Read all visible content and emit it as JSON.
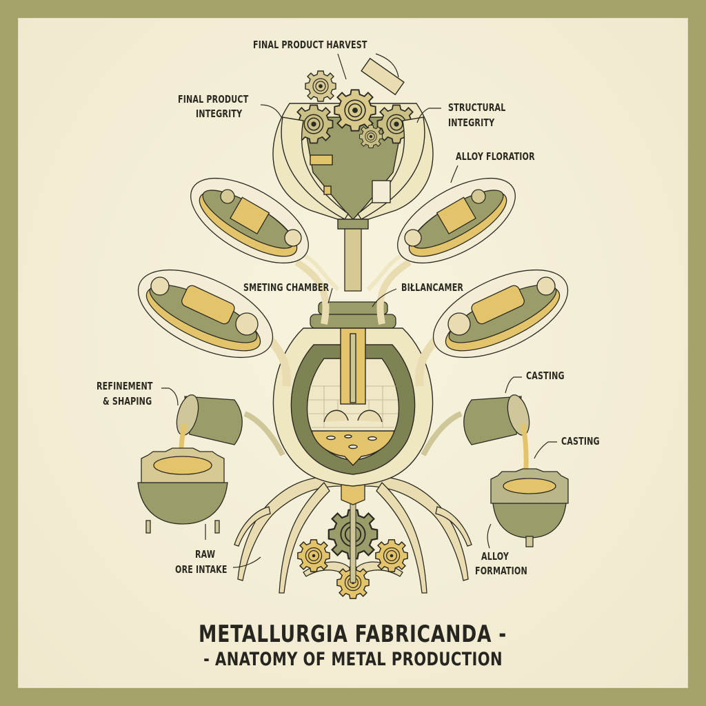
{
  "diagram": {
    "title_line1": "METALLURGIA FABRICANDA -",
    "title_line2": "- ANATOMY OF METAL PRODUCTION",
    "labels": {
      "final_product_harvest": "FINAL PRODUCT HARVEST",
      "final_product_integrity_1": "FINAL PRODUCT",
      "final_product_integrity_2": "INTEGRITY",
      "structural_integrity_1": "STRUCTURAL",
      "structural_integrity_2": "INTEGRITY",
      "alloy_floratior": "ALLOY FLORATIOR",
      "smeting_chamber": "SMETING CHAMBER",
      "bilancamer": "BIŁLANCAMER",
      "refinement_1": "REFINEMENT",
      "refinement_2": "& SHAPING",
      "casting_upper": "CASTING",
      "casting_lower": "CASTING",
      "raw_ore_1": "RAW",
      "raw_ore_2": "ORE INTAKE",
      "alloy_formation_1": "ALLOY",
      "alloy_formation_2": "FORMATION"
    },
    "colors": {
      "border": "#a3a36a",
      "paper": "#f3edd5",
      "olive": "#9a9c6a",
      "olive_dark": "#7f8253",
      "gold": "#e3c46a",
      "cream": "#efe6c2",
      "ink": "#2b2a22"
    }
  }
}
